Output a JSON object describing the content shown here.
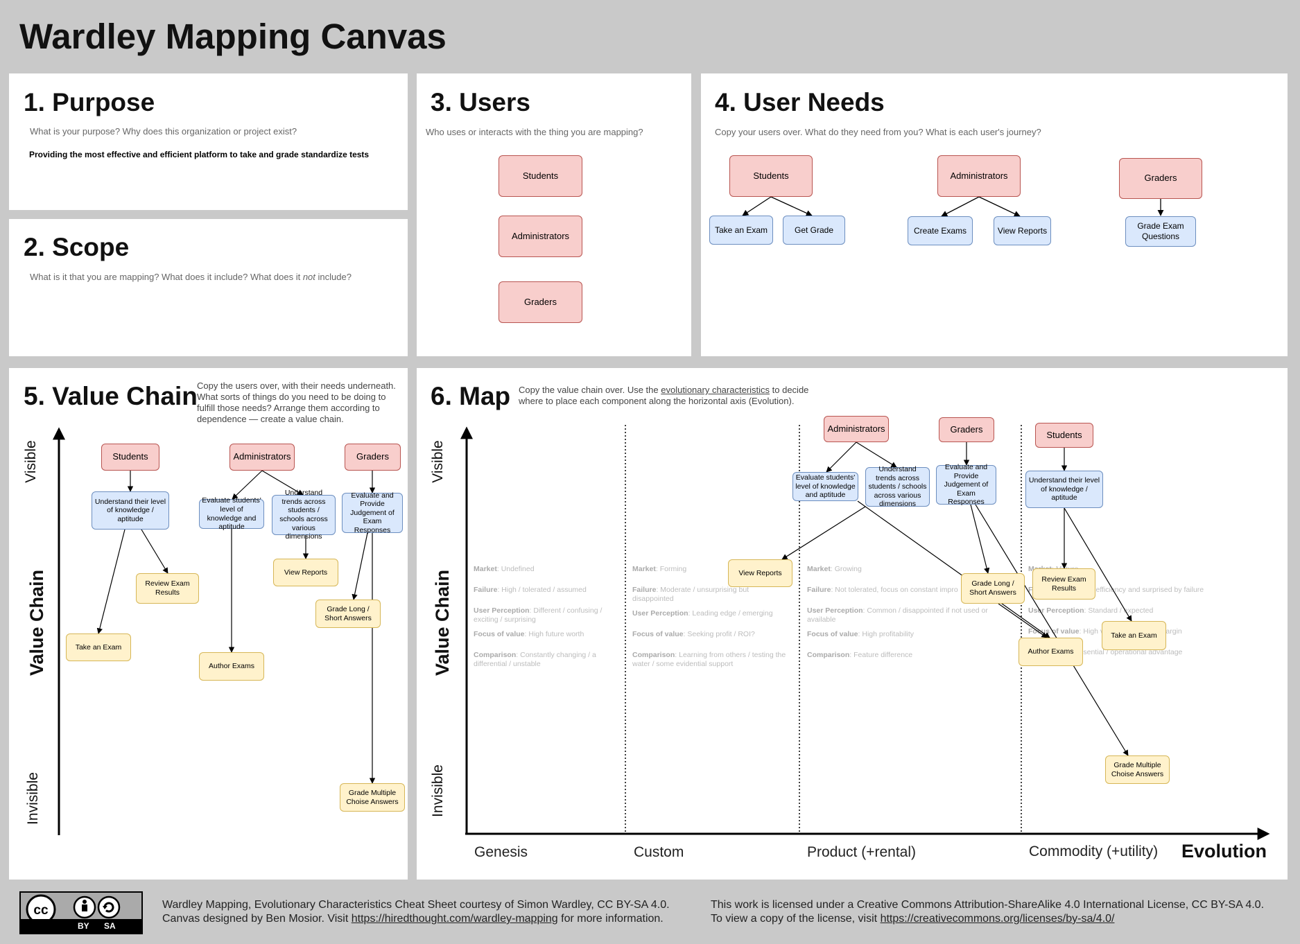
{
  "page_title": "Wardley Mapping Canvas",
  "purpose": {
    "title": "1. Purpose",
    "prompt": "What is your purpose? Why does this organization or project exist?",
    "answer": "Providing the most effective and efficient platform to take and grade standardize tests"
  },
  "scope": {
    "title": "2. Scope",
    "prompt_before": "What is it that you are mapping? What does it include? What does it ",
    "prompt_em": "not",
    "prompt_after": " include?"
  },
  "users": {
    "title": "3. Users",
    "prompt": "Who uses or interacts with the thing you are mapping?",
    "items": [
      "Students",
      "Administrators",
      "Graders"
    ]
  },
  "user_needs": {
    "title": "4. User Needs",
    "prompt": "Copy your users over. What do they need from you? What is each user's journey?",
    "groups": [
      {
        "user": "Students",
        "needs": [
          "Take an Exam",
          "Get Grade"
        ]
      },
      {
        "user": "Administrators",
        "needs": [
          "Create Exams",
          "View Reports"
        ]
      },
      {
        "user": "Graders",
        "needs": [
          "Grade Exam Questions"
        ]
      }
    ]
  },
  "value_chain": {
    "title": "5. Value Chain",
    "prompt": "Copy the users over, with their needs underneath. What sorts of things do you need to be doing to fulfill those needs? Arrange them according to dependence — create a value chain.",
    "axis_top": "Visible",
    "axis_middle": "Value Chain",
    "axis_bottom": "Invisible",
    "nodes": {
      "students": "Students",
      "administrators": "Administrators",
      "graders": "Graders",
      "understand": "Understand their level of knowledge / aptitude",
      "evaluate": "Evaluate students' level of knowledge and aptitude",
      "trends": "Understand trends across students / schools across various dimensions",
      "judgement": "Evaluate and Provide Judgement of Exam Responses",
      "review": "Review Exam Results",
      "take_exam": "Take an Exam",
      "view_reports": "View Reports",
      "grade_long": "Grade Long / Short Answers",
      "author": "Author Exams",
      "grade_mc": "Grade Multiple Choise Answers"
    }
  },
  "map": {
    "title": "6. Map",
    "prompt_before": "Copy the value chain over. Use the ",
    "prompt_link": "evolutionary characteristics",
    "prompt_after": " to decide where to place each component along the horizontal axis (Evolution).",
    "axis_top": "Visible",
    "axis_middle": "Value Chain",
    "axis_bottom": "Invisible",
    "x_axis_label": "Evolution",
    "stages": [
      "Genesis",
      "Custom",
      "Product (+rental)",
      "Commodity (+utility)"
    ],
    "characteristics": [
      {
        "market": "Undefined",
        "failure": "High / tolerated / assumed",
        "user_perception": "Different / confusing / exciting / surprising",
        "focus": "High future worth",
        "comparison": "Constantly changing / a differential / unstable"
      },
      {
        "market": "Forming",
        "failure": "Moderate / unsurprising but disappointed",
        "user_perception": "Leading edge / emerging",
        "focus": "Seeking profit / ROI?",
        "comparison": "Learning from others / testing the water / some evidential support"
      },
      {
        "market": "Growing",
        "failure": "Not tolerated, focus on constant impro",
        "user_perception": "Common / disappointed if not used or available",
        "focus": "High profitability",
        "comparison": "Feature difference"
      },
      {
        "market": "Mature",
        "failure": "Operational efficiency and surprised by failure",
        "user_perception": "Standard / expected",
        "focus": "High volume / reducing margin",
        "comparison": "Essential / operational advantage"
      }
    ],
    "characteristic_labels": {
      "market": "Market",
      "failure": "Failure",
      "user_perception": "User Perception",
      "focus": "Focus of value",
      "comparison": "Comparison"
    },
    "nodes": {
      "administrators": "Administrators",
      "graders": "Graders",
      "students": "Students",
      "evaluate": "Evaluate students' level of knowledge and aptitude",
      "trends": "Understand trends across students / schools across various dimensions",
      "judgement": "Evaluate and Provide Judgement of Exam Responses",
      "understand": "Understand their level of knowledge / aptitude",
      "view_reports": "View Reports",
      "grade_long": "Grade Long / Short Answers",
      "review": "Review Exam Results",
      "take_exam": "Take an Exam",
      "author": "Author Exams",
      "grade_mc": "Grade Multiple Choise Answers"
    }
  },
  "footer": {
    "license_badge": {
      "by": "BY",
      "sa": "SA"
    },
    "credit_line1": "Wardley Mapping, Evolutionary Characteristics Cheat Sheet courtesy of Simon Wardley, CC BY-SA 4.0.",
    "credit_line2_before": "Canvas designed by Ben Mosior. Visit ",
    "credit_link": "https://hiredthought.com/wardley-mapping",
    "credit_line2_after": " for more information.",
    "license_line1": "This work is licensed under a Creative Commons Attribution-ShareAlike 4.0 International License, CC BY-SA 4.0.",
    "license_line2_before": "To view a copy of the license, visit ",
    "license_link": "https://creativecommons.org/licenses/by-sa/4.0/"
  }
}
